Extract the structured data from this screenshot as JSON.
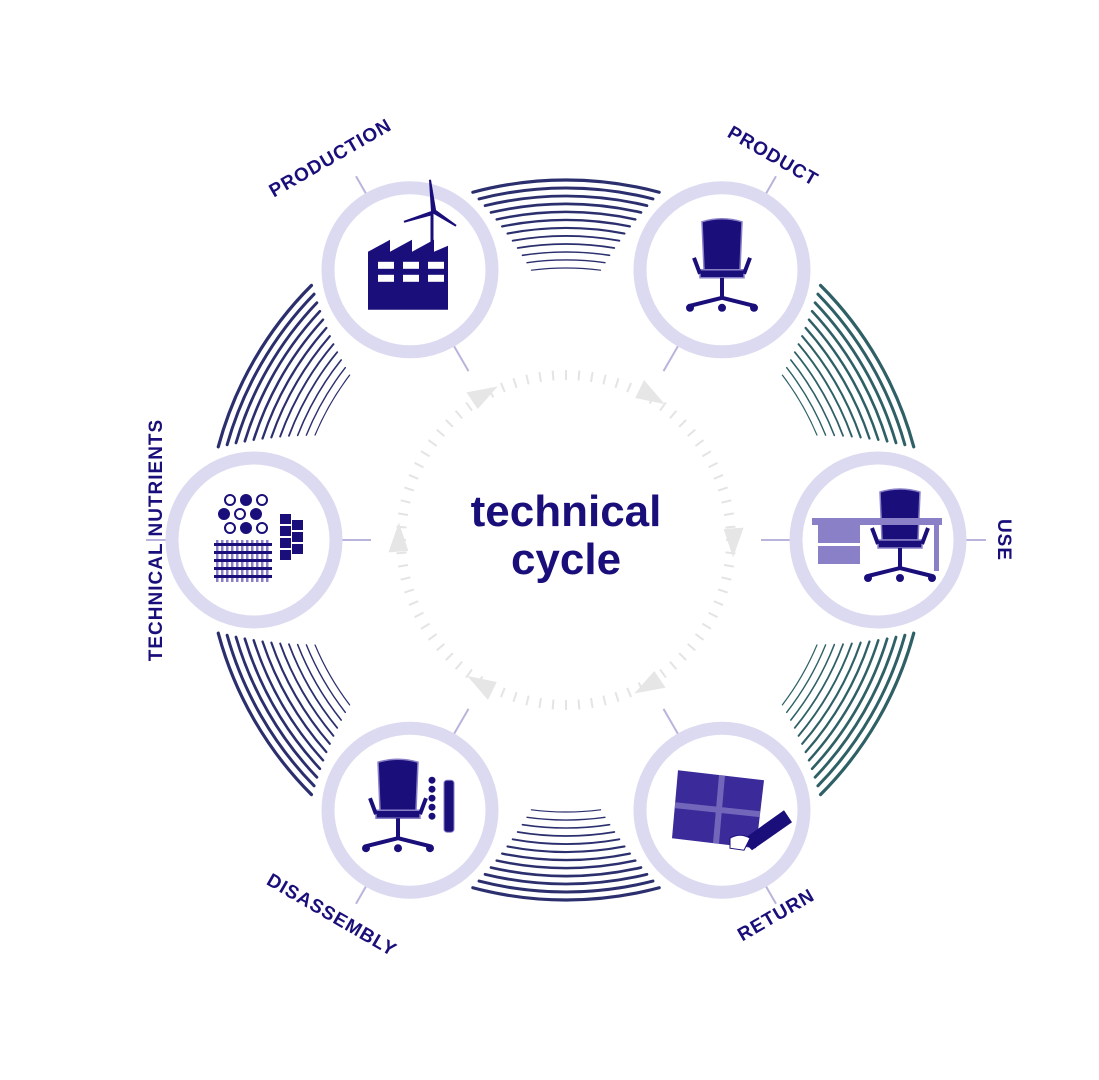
{
  "title": {
    "line1": "technical",
    "line2": "cycle"
  },
  "stages": [
    {
      "label": "PRODUCTION",
      "icon": "factory-wind-turbine-icon"
    },
    {
      "label": "PRODUCT",
      "icon": "office-chair-icon"
    },
    {
      "label": "USE",
      "icon": "desk-chair-icon"
    },
    {
      "label": "RETURN",
      "icon": "box-hand-icon"
    },
    {
      "label": "DISASSEMBLY",
      "icon": "disassembled-chair-icon"
    },
    {
      "label": "TECHNICAL NUTRIENTS",
      "icon": "materials-icon"
    }
  ],
  "colors": {
    "primary": "#1a0f7a",
    "ring": "#dcdaf0",
    "arc_dark": "#2b2f6e",
    "arc_teal": "#2e6066",
    "ticks": "#e4e4e4",
    "accent_light": "#8a80c8"
  }
}
